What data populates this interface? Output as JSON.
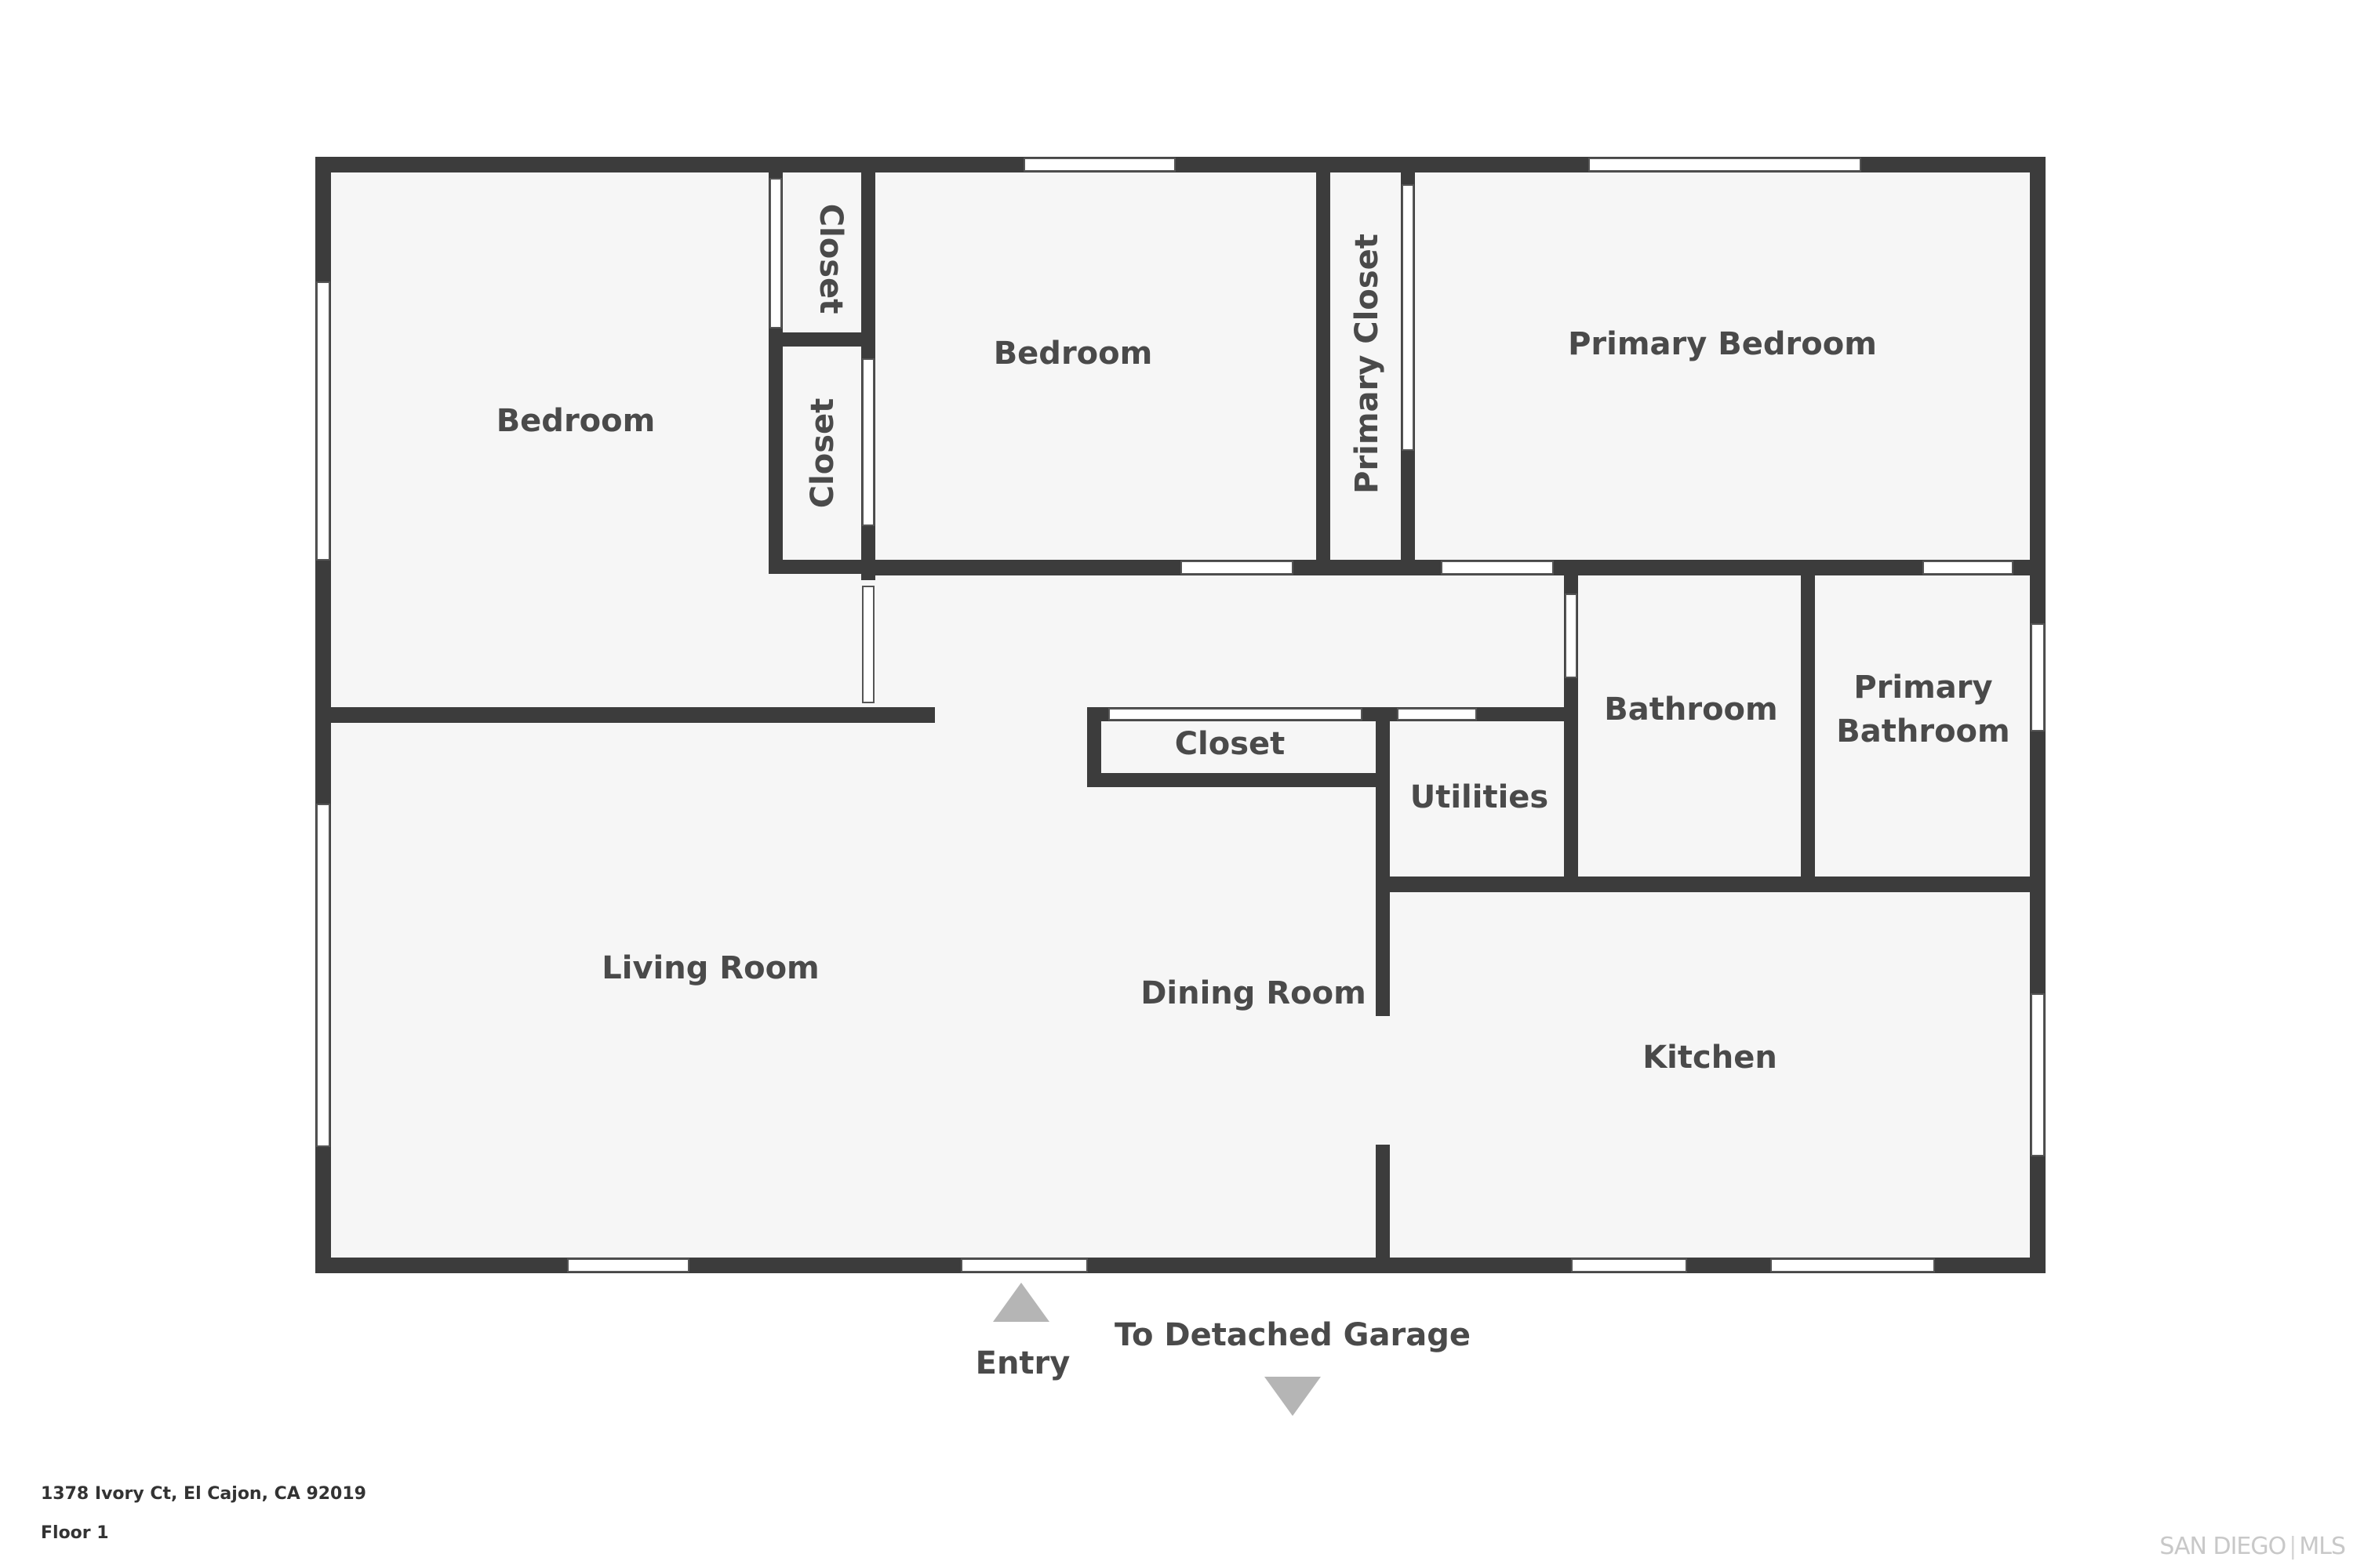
{
  "rooms": {
    "bedroom_left": "Bedroom",
    "closet_upper": "Closet",
    "closet_lower": "Closet",
    "bedroom_middle": "Bedroom",
    "primary_closet": "Primary Closet",
    "primary_bedroom": "Primary Bedroom",
    "bathroom": "Bathroom",
    "primary_bathroom_line1": "Primary",
    "primary_bathroom_line2": "Bathroom",
    "hall_closet": "Closet",
    "utilities": "Utilities",
    "living_room": "Living Room",
    "dining_room": "Dining Room",
    "kitchen": "Kitchen"
  },
  "markers": {
    "entry": "Entry",
    "garage": "To Detached Garage"
  },
  "footer": {
    "address": "1378 Ivory Ct, El Cajon, CA 92019",
    "floor": "Floor 1"
  },
  "logo": {
    "left": "SAN DIEGO",
    "right": "MLS"
  },
  "colors": {
    "wall": "#3c3c3c",
    "floor": "#f6f6f6",
    "label": "#4a4a4a",
    "marker": "#b5b5b5"
  }
}
